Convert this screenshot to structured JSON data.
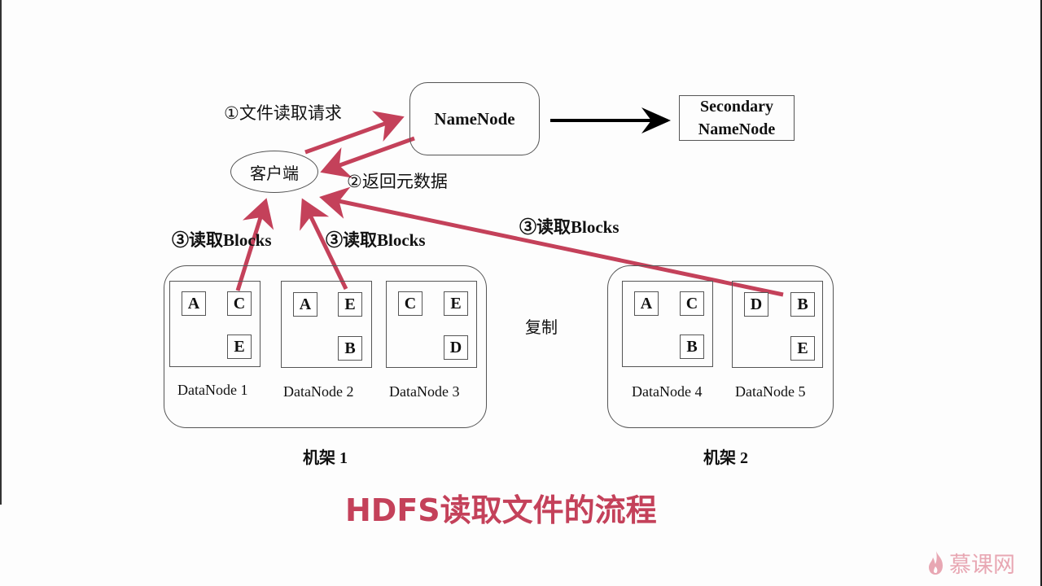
{
  "title": "HDFS读取文件的流程",
  "namenode": {
    "label": "NameNode"
  },
  "secondary_namenode": {
    "line1": "Secondary",
    "line2": "NameNode"
  },
  "client": {
    "label": "客户端"
  },
  "steps": {
    "request": "①文件读取请求",
    "metadata": "②返回元数据",
    "read_blocks_1": "③读取Blocks",
    "read_blocks_2": "③读取Blocks",
    "read_blocks_3": "③读取Blocks"
  },
  "replication_label": "复制",
  "racks": [
    {
      "label": "机架 1",
      "datanodes": [
        {
          "label": "DataNode 1",
          "blocks": [
            "A",
            "C",
            "E"
          ]
        },
        {
          "label": "DataNode 2",
          "blocks": [
            "A",
            "E",
            "B"
          ]
        },
        {
          "label": "DataNode 3",
          "blocks": [
            "C",
            "E",
            "D"
          ]
        }
      ]
    },
    {
      "label": "机架 2",
      "datanodes": [
        {
          "label": "DataNode 4",
          "blocks": [
            "A",
            "C",
            "B"
          ]
        },
        {
          "label": "DataNode 5",
          "blocks": [
            "D",
            "B",
            "E"
          ]
        }
      ]
    }
  ],
  "logo": {
    "text": "慕课网",
    "icon": "flame-icon"
  },
  "colors": {
    "arrow_red": "#c4415a",
    "title_red": "#c4415a",
    "logo_pink": "#e8a7b3",
    "line": "#555555"
  }
}
